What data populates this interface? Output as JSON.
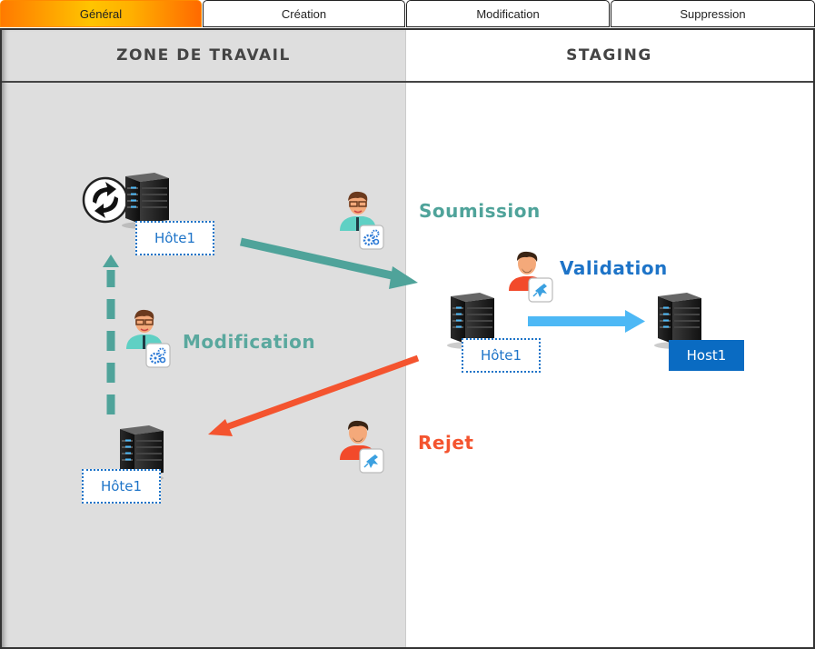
{
  "tabs": [
    {
      "label": "Général",
      "active": true
    },
    {
      "label": "Création",
      "active": false
    },
    {
      "label": "Modification",
      "active": false
    },
    {
      "label": "Suppression",
      "active": false
    }
  ],
  "zones": {
    "left_title": "ZONE DE TRAVAIL",
    "right_title": "STAGING"
  },
  "hosts": {
    "work_top": "Hôte1",
    "work_bottom": "Hôte1",
    "staging": "Hôte1",
    "production": "Host1"
  },
  "flows": {
    "submission": "Soumission",
    "validation": "Validation",
    "modification": "Modification",
    "rejection": "Rejet"
  },
  "colors": {
    "submission": "#4fa39a",
    "validation": "#1e74c8",
    "validation_arrow": "#4db8f5",
    "modification": "#5aa89e",
    "rejection": "#f4542f",
    "active_tab": "#ffa500"
  },
  "icons": {
    "sync": "sync-icon",
    "server": "server-icon",
    "user_developer": "developer-user-icon",
    "user_validator": "validator-user-icon",
    "gears": "gears-icon",
    "stamp": "stamp-icon"
  }
}
